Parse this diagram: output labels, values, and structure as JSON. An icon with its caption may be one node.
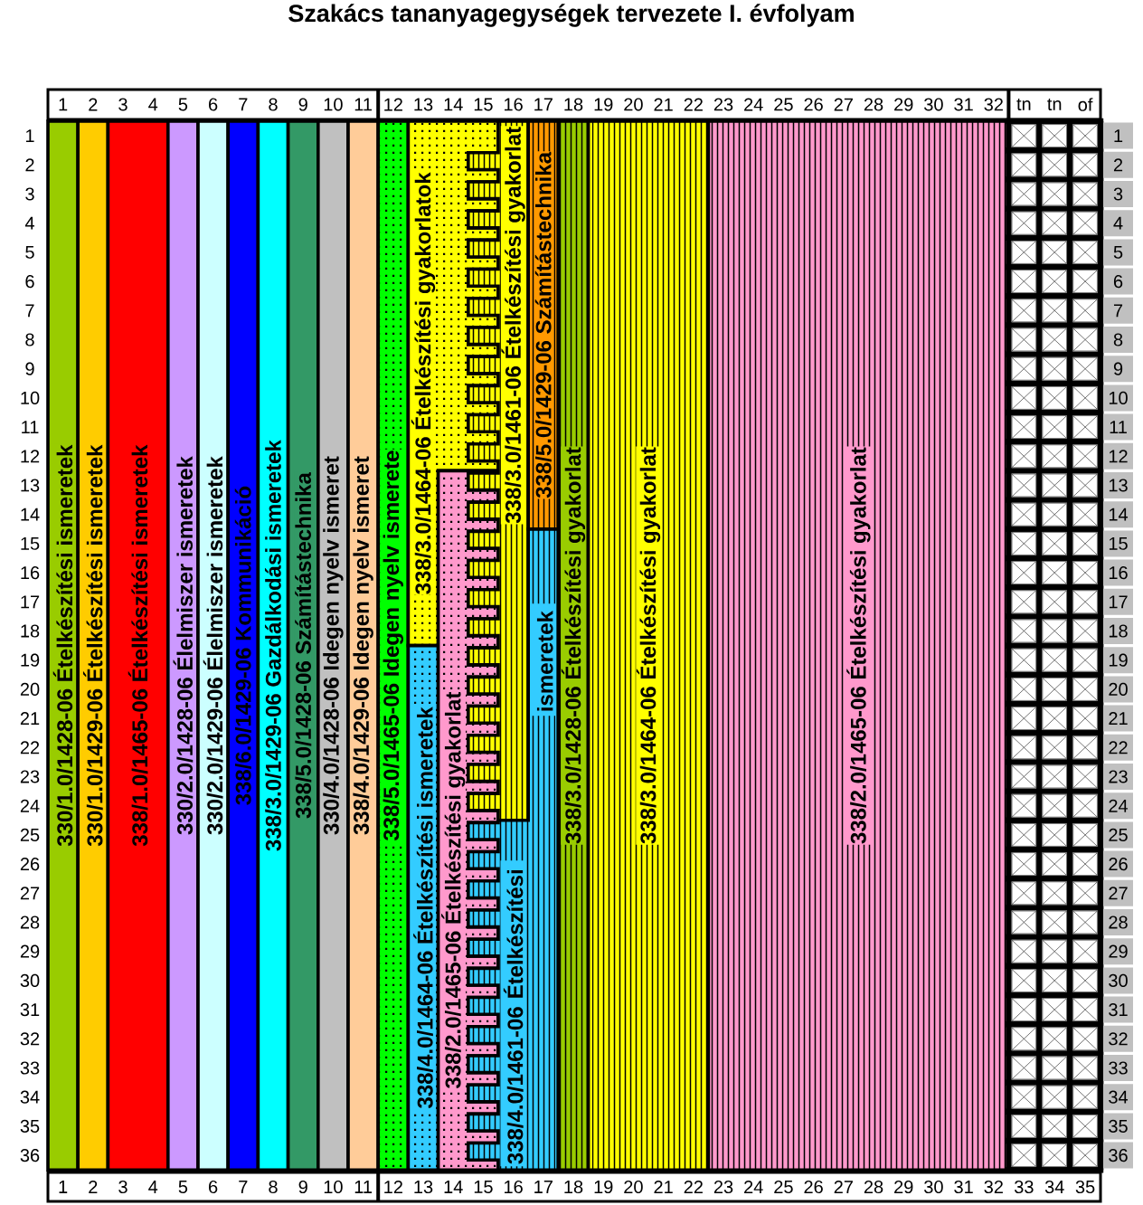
{
  "diagram": {
    "title": "Szakács tananyagegységek tervezete I. évfolyam",
    "nodes": [
      {
        "text": [
          "330/1.0/1428-06 Ételkészítési ismeretek"
        ]
      },
      {
        "text": [
          "330/1.0/1429-06 Ételkészítési ismeretek"
        ]
      },
      {
        "text": [
          "338/1.0/1465-06 Ételkészítési ismeretek"
        ]
      },
      {
        "text": [
          "330/2.0/1428-06 Élelmiszer ismeretek"
        ]
      },
      {
        "text": [
          "330/2.0/1429-06 Élelmiszer ismeretek"
        ]
      },
      {
        "text": [
          "338/6.0/1429-06 Kommunikáció"
        ]
      },
      {
        "text": [
          "338/3.0/1429-06 Gazdálkodási ismeretek"
        ]
      },
      {
        "text": [
          "338/5.0/1428-06 Számítástechnika"
        ]
      },
      {
        "text": [
          "330/4.0/1428-06 Idegen nyelv ismeret"
        ]
      },
      {
        "text": [
          "338/4.0/1429-06 Idegen nyelv ismeret"
        ]
      },
      {
        "text": [
          "338/5.0/1465-06 Idegen nyelv ismerete"
        ]
      },
      {
        "text": [
          "338/3.0/1464-06 Ételkészítési gyakorlatok"
        ]
      },
      {
        "text": [
          "338/4.0/1464-06 Ételkészítési ismeretek"
        ]
      },
      {
        "text": [
          "338/2.0/1465-06 Ételkészítési gyakorlat"
        ]
      },
      {
        "text": [
          "338/3.0/1461-06 Ételkészítési gyakorlat"
        ]
      },
      {
        "text": [
          "338/4.0/1461-06 Ételkészítési ismeretek"
        ]
      },
      {
        "text": [
          "338/5.0/1429-06 Számítástechnika"
        ]
      },
      {
        "text": [
          "338/3.0/1428-06 Ételkészítési gyakorlat"
        ]
      },
      {
        "text": [
          "338/3.0/1464-06 Ételkészítési gyakorlat"
        ]
      },
      {
        "text": [
          "338/2.0/1465-06 Ételkészítési gyakorlat"
        ]
      }
    ],
    "labels": [
      "1",
      "2",
      "3",
      "4",
      "5",
      "6",
      "7",
      "8",
      "9",
      "10",
      "11",
      "12",
      "13",
      "14",
      "15",
      "16",
      "17",
      "18",
      "19",
      "20",
      "21",
      "22",
      "23",
      "24",
      "25",
      "26",
      "27",
      "28",
      "29",
      "30",
      "31",
      "32",
      "tn",
      "tn",
      "of",
      "1",
      "1",
      "2",
      "2",
      "3",
      "3",
      "4",
      "4",
      "5",
      "5",
      "6",
      "6",
      "7",
      "7",
      "8",
      "8",
      "9",
      "9",
      "10",
      "10",
      "11",
      "11",
      "12",
      "12",
      "13",
      "13",
      "14",
      "14",
      "15",
      "15",
      "16",
      "16",
      "17",
      "17",
      "18",
      "18",
      "19",
      "19",
      "20",
      "20",
      "21",
      "21",
      "22",
      "22",
      "23",
      "23",
      "24",
      "24",
      "25",
      "25",
      "26",
      "26",
      "27",
      "27",
      "28",
      "28",
      "29",
      "29",
      "30",
      "30",
      "31",
      "31",
      "32",
      "32",
      "33",
      "33",
      "34",
      "34",
      "35",
      "35",
      "36",
      "36",
      "1",
      "2",
      "3",
      "4",
      "5",
      "6",
      "7",
      "8",
      "9",
      "10",
      "11",
      "12",
      "13",
      "14",
      "15",
      "16",
      "17",
      "18",
      "19",
      "20",
      "21",
      "22",
      "23",
      "24",
      "25",
      "26",
      "27",
      "28",
      "29",
      "30",
      "31",
      "32",
      "33",
      "34",
      "35"
    ]
  }
}
